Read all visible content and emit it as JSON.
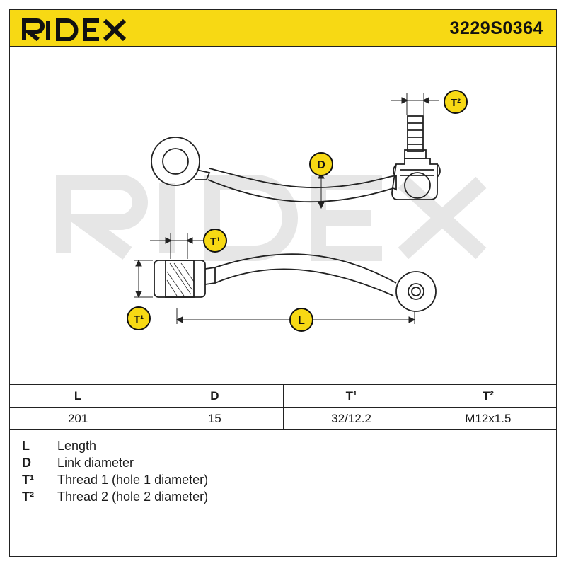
{
  "header": {
    "brand": "RIDEX",
    "part_number": "3229S0364",
    "background_color": "#f7d914"
  },
  "drawing": {
    "watermark": "RIDEX",
    "callouts": {
      "top_dimension": "D",
      "top_thread": "T²",
      "bottom_length": "L",
      "bottom_thread_top": "T¹",
      "bottom_thread_left": "T¹"
    },
    "callout_color": "#f7d914"
  },
  "specs": {
    "headers": [
      "L",
      "D",
      "T¹",
      "T²"
    ],
    "values": [
      "201",
      "15",
      "32/12.2",
      "M12x1.5"
    ]
  },
  "legend": [
    {
      "key": "L",
      "desc": "Length"
    },
    {
      "key": "D",
      "desc": "Link diameter"
    },
    {
      "key": "T¹",
      "desc": "Thread 1 (hole 1 diameter)"
    },
    {
      "key": "T²",
      "desc": "Thread 2 (hole 2 diameter)"
    }
  ]
}
